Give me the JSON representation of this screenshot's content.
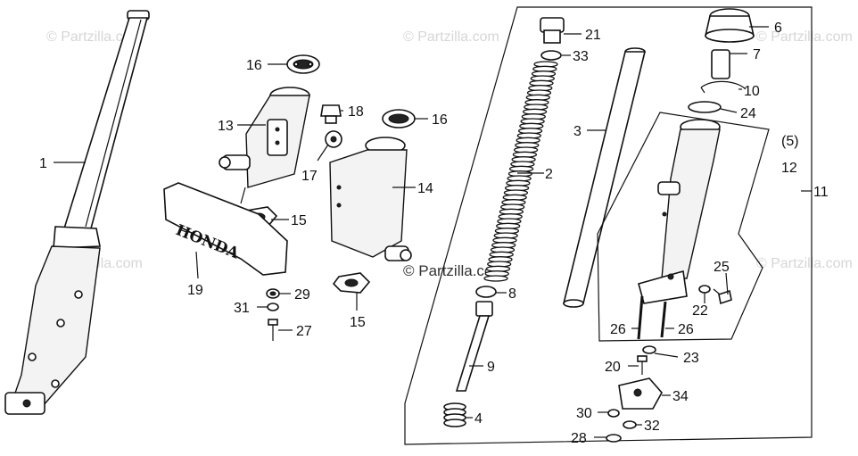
{
  "watermark": {
    "text": "© Partzilla.com",
    "center_text": "© Partzilla.com"
  },
  "brand_text": "HONDA",
  "callouts": {
    "c1": "1",
    "c2": "2",
    "c3": "3",
    "c4": "4",
    "c5": "(5)",
    "c6": "6",
    "c7": "7",
    "c8": "8",
    "c9": "9",
    "c10": "10",
    "c11": "11",
    "c12": "12",
    "c13": "13",
    "c14": "14",
    "c15a": "15",
    "c15b": "15",
    "c16a": "16",
    "c16b": "16",
    "c17": "17",
    "c18": "18",
    "c19": "19",
    "c20": "20",
    "c21": "21",
    "c22": "22",
    "c23": "23",
    "c24": "24",
    "c25": "25",
    "c26a": "26",
    "c26b": "26",
    "c27": "27",
    "c28": "28",
    "c29": "29",
    "c30": "30",
    "c31": "31",
    "c32": "32",
    "c33": "33",
    "c34": "34"
  }
}
